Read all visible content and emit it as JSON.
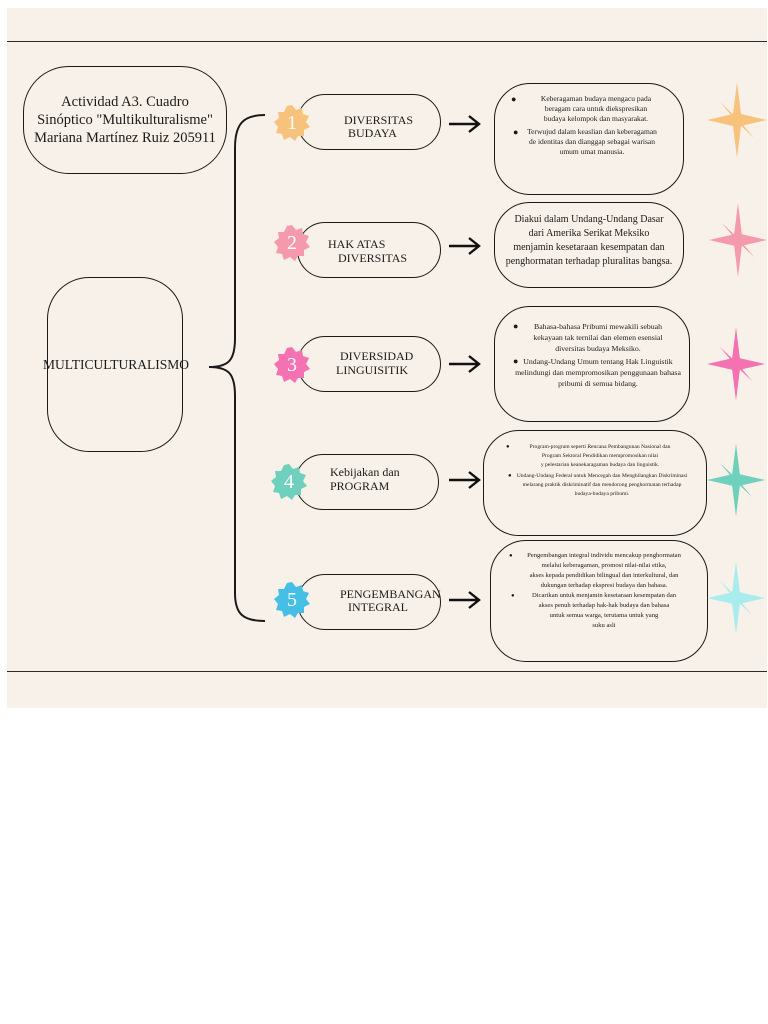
{
  "title": {
    "lines": [
      "Actividad A3. Cuadro",
      "Sinóptico \"Multikulturalisme\"",
      "Mariana Martínez Ruiz 205911"
    ]
  },
  "main_topic": "MULTICULTURALISMO",
  "items": [
    {
      "number": "1",
      "label_lines": [
        "DIVERSITAS",
        "BUDAYA"
      ],
      "color": "#f7c27c",
      "description": [
        {
          "bullet": true,
          "lines": [
            "Keberagaman budaya mengacu pada",
            "beragam cara untuk diekspresikan",
            "budaya kelompok dan masyarakat."
          ]
        },
        {
          "bullet": true,
          "lines": [
            "Terwujud dalam keaslian dan keberagaman",
            "de identitas dan dianggap sebagai warisan",
            "umum umat manusia."
          ]
        }
      ]
    },
    {
      "number": "2",
      "label_lines": [
        "HAK ATAS",
        "DIVERSITAS"
      ],
      "color": "#f49aac",
      "description": [
        {
          "bullet": false,
          "lines": [
            "Diakui dalam Undang-Undang Dasar",
            "dari Amerika Serikat Meksiko",
            "menjamin kesetaraan kesempatan dan",
            "penghormatan terhadap pluralitas bangsa."
          ]
        }
      ]
    },
    {
      "number": "3",
      "label_lines": [
        "DIVERSIDAD",
        "LINGUISITIK"
      ],
      "color": "#f472b2",
      "description": [
        {
          "bullet": true,
          "lines": [
            "Bahasa-bahasa Pribumi mewakili sebuah",
            "kekayaan tak ternilai dan elemen esensial",
            "diversitas budaya Meksiko."
          ]
        },
        {
          "bullet": true,
          "lines": [
            "Undang-Undang Umum tentang Hak Linguistik",
            "melindungi dan mempromosikan penggunaan bahasa",
            "pribumi di semua bidang."
          ]
        }
      ]
    },
    {
      "number": "4",
      "label_lines": [
        "Kebijakan dan",
        "PROGRAM"
      ],
      "color": "#6fd0bd",
      "description": [
        {
          "bullet": true,
          "lines": [
            "Program-program seperti Rencana Pembangunan Nasional dan",
            "Program Sektoral Pendidikan mempromosikan nilai",
            "y pelestarian keanekaragaman budaya dan linguistik."
          ]
        },
        {
          "bullet": true,
          "lines": [
            "Undang-Undang Federal untuk Mencegah dan Menghilangkan Diskriminasi",
            "melarang praktik diskriminatif dan mendorong penghormatan terhadap",
            "budaya-budaya pribumi."
          ]
        }
      ]
    },
    {
      "number": "5",
      "label_lines": [
        "PENGEMBANGAN",
        "INTEGRAL"
      ],
      "color": "#45bfe6",
      "description": [
        {
          "bullet": true,
          "lines": [
            "Pengembangan integral individu mencakup penghormatan",
            "melalui keberagaman, promosi nilai-nilai etika,",
            "akses kepada pendidikan bilingual dan interkultural, dan",
            "dukungan terhadap ekspresi budaya dan bahasa."
          ]
        },
        {
          "bullet": true,
          "lines": [
            "Dicarikan untuk menjamin kesetaraan kesempatan dan",
            "akses penuh terhadap hak-hak budaya dan bahasa",
            "untuk semua warga, terutama untuk yang",
            "suku asli"
          ]
        }
      ]
    }
  ],
  "stars": [
    {
      "color": "#f7c27c"
    },
    {
      "color": "#f49aac"
    },
    {
      "color": "#f472b2"
    },
    {
      "color": "#6fd0bd"
    },
    {
      "color": "#a8ecee"
    }
  ]
}
